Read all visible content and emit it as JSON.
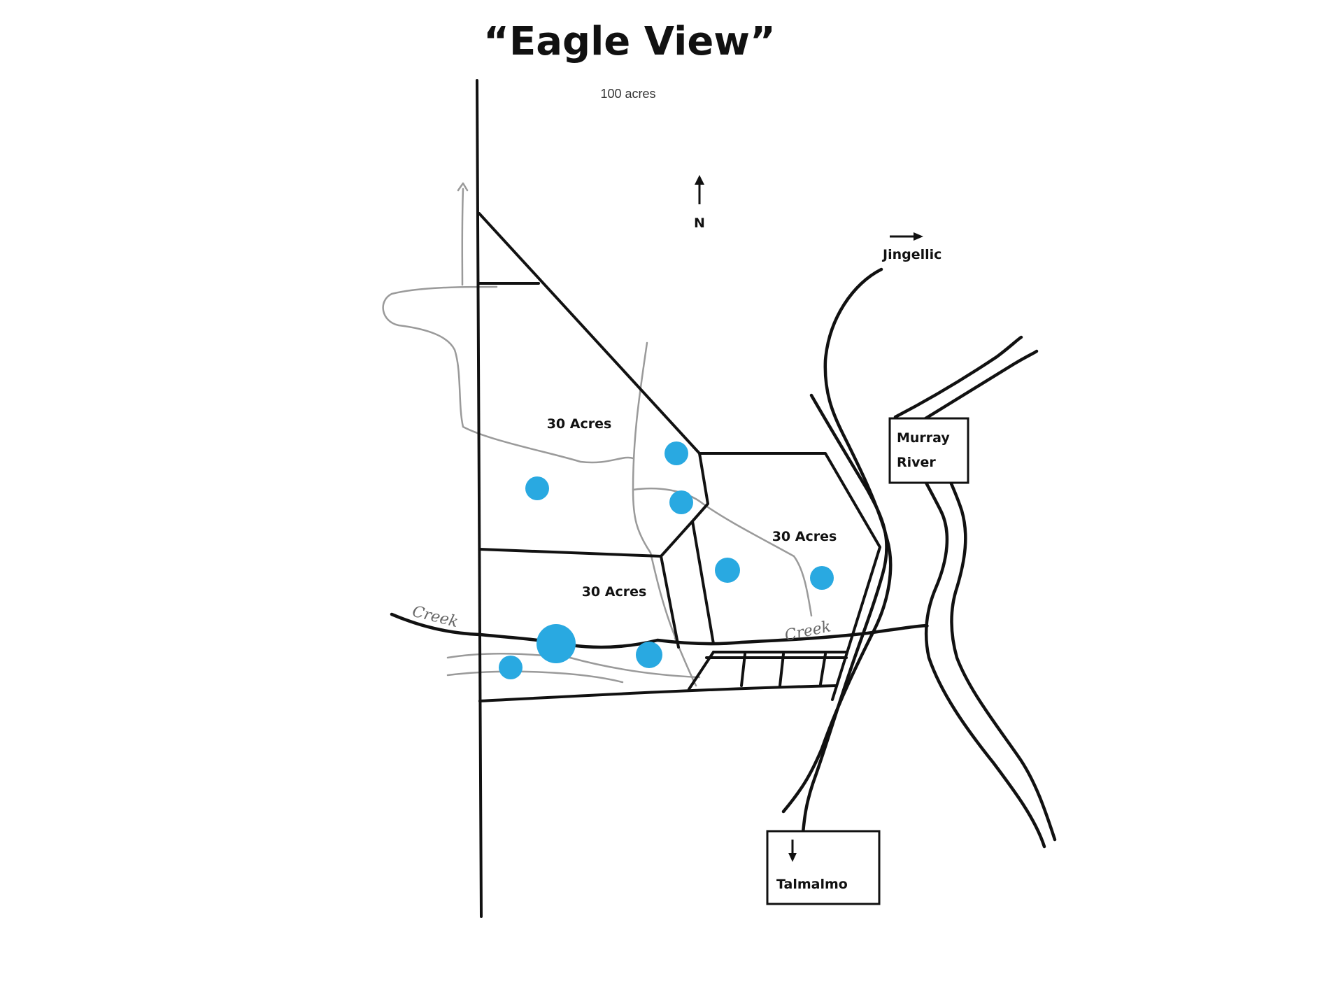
{
  "map": {
    "title": "“Eagle View”",
    "subtitle": "100 acres",
    "compass": "N",
    "paddocks": [
      "30 Acres",
      "30 Acres",
      "30 Acres"
    ],
    "creek_labels": [
      "Creek",
      "Creek"
    ],
    "places": {
      "jingellic": "Jingellic",
      "murray_1": "Murray",
      "murray_2": "River",
      "talmalmo": "Talmalmo"
    },
    "dam_color": "#29a9e1",
    "icons": [
      "north-arrow-icon",
      "east-arrow-icon",
      "south-arrow-icon",
      "dam-icon"
    ]
  }
}
